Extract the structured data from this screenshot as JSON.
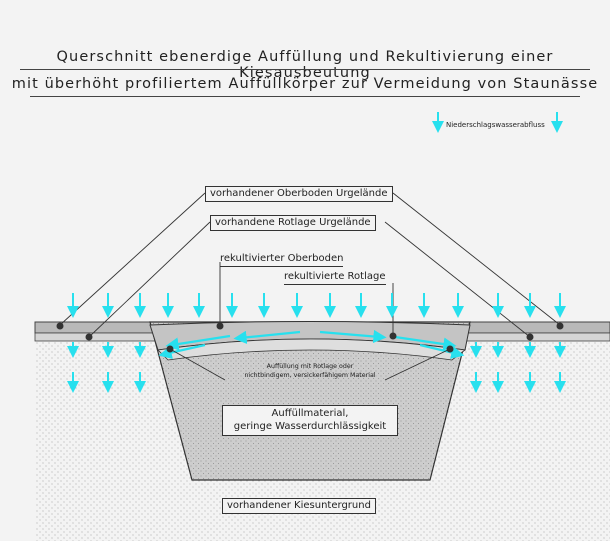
{
  "title": {
    "line1": "Querschnitt ebenerdige Auffüllung und Rekultivierung einer Kiesausbeutung",
    "line2": "mit überhöht profiliertem Auffüllkörper zur Vermeidung von Staunässe"
  },
  "legend": {
    "label": "Niederschlagswasserabfluss"
  },
  "labels": {
    "oberboden": "vorhandener Oberboden Urgelände",
    "rotlage": "vorhandene Rotlage Urgelände",
    "rek_oberboden": "rekultivierter Oberboden",
    "rek_rotlage": "rekultivierte Rotlage",
    "auffuellung_line1": "Auffüllung mit Rotlage oder",
    "auffuellung_line2": "nichtbindigem, versickerfähigem Material",
    "material_line1": "Auffüllmaterial,",
    "material_line2": "geringe Wasserdurchlässigkeit",
    "kies": "vorhandener Kiesuntergrund"
  },
  "colors": {
    "background": "#f3f3f3",
    "water": "#27e0ee",
    "ground_hatch": "#bdbdbd",
    "fill_body": "#cfcfcf",
    "line": "#333333"
  },
  "icons": {
    "arrow": "down-arrow-icon"
  }
}
